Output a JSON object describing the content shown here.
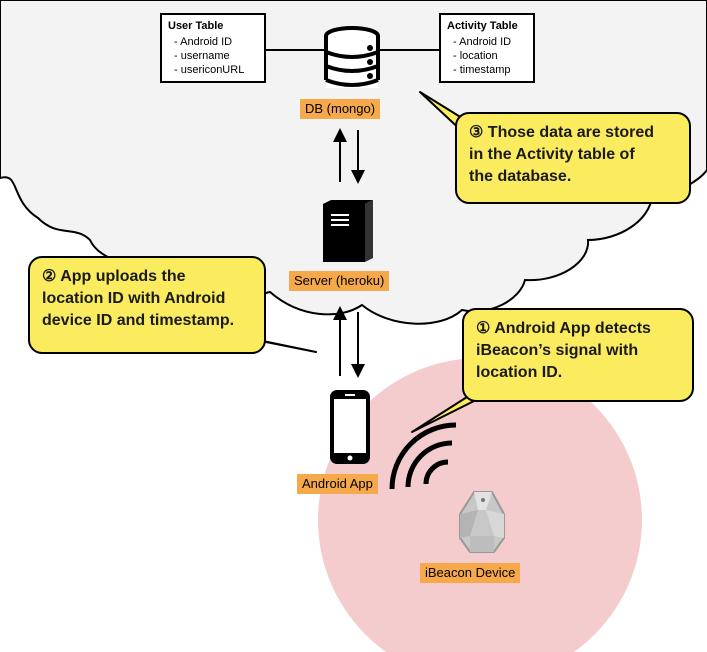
{
  "user_table": {
    "title": "User Table",
    "fields": [
      "Android ID",
      "username",
      "usericonURL"
    ]
  },
  "activity_table": {
    "title": "Activity Table",
    "fields": [
      "Android ID",
      "location",
      "timestamp"
    ]
  },
  "labels": {
    "db": "DB (mongo)",
    "server": "Server (heroku)",
    "android_app": "Android App",
    "ibeacon": "iBeacon Device"
  },
  "callouts": {
    "step1": "① Android App detects\niBeacon’s signal with\nlocation ID.",
    "step2": "② App uploads the\nlocation ID with Android\ndevice ID and timestamp.",
    "step3": "③ Those data are stored\nin the Activity table of\nthe database."
  },
  "colors": {
    "cloud_fill": "#f3f3f3",
    "range_circle": "#f5cccd",
    "label_orange": "#f5a94a",
    "callout_yellow": "#fbeb5f"
  }
}
